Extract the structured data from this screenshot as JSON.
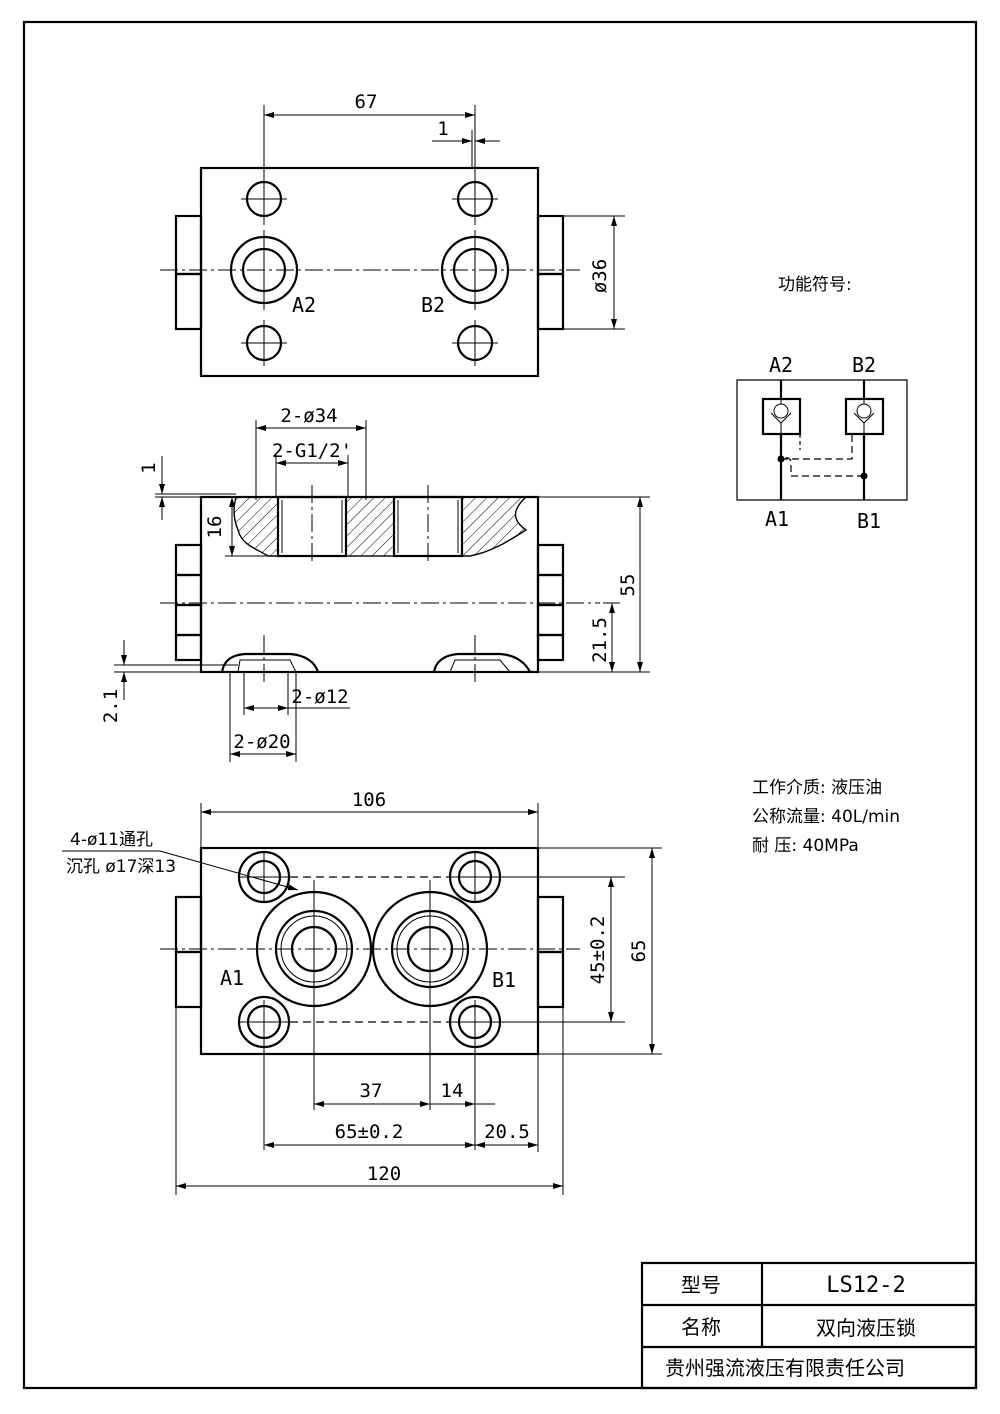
{
  "drawing": {
    "top_view": {
      "dim_67": "67",
      "dim_1": "1",
      "dim_36": "ø36",
      "port_a2": "A2",
      "port_b2": "B2"
    },
    "section_view": {
      "dim_2_34": "2-ø34",
      "dim_g12": "2-G1/2'",
      "dim_1": "1",
      "dim_16": "16",
      "dim_55": "55",
      "dim_21_5": "21.5",
      "dim_2_1": "2.1",
      "dim_2_12": "2-ø12",
      "dim_2_20": "2-ø20"
    },
    "bottom_view": {
      "dim_106": "106",
      "hole_note_1": "4-ø11通孔",
      "hole_note_2": "沉孔 ø17深13",
      "dim_45": "45±0.2",
      "dim_65_v": "65",
      "dim_37": "37",
      "dim_14": "14",
      "dim_65": "65±0.2",
      "dim_20_5": "20.5",
      "dim_120": "120",
      "port_a1": "A1",
      "port_b1": "B1"
    },
    "symbol": {
      "title": "功能符号:",
      "a2": "A2",
      "b2": "B2",
      "a1": "A1",
      "b1": "B1"
    },
    "specs": {
      "line1": "工作介质: 液压油",
      "line2": "公称流量: 40L/min",
      "line3": "耐    压: 40MPa"
    }
  },
  "title_block": {
    "model_label": "型号",
    "model_value": "LS12-2",
    "name_label": "名称",
    "name_value": "双向液压锁",
    "company": "贵州强流液压有限责任公司"
  }
}
